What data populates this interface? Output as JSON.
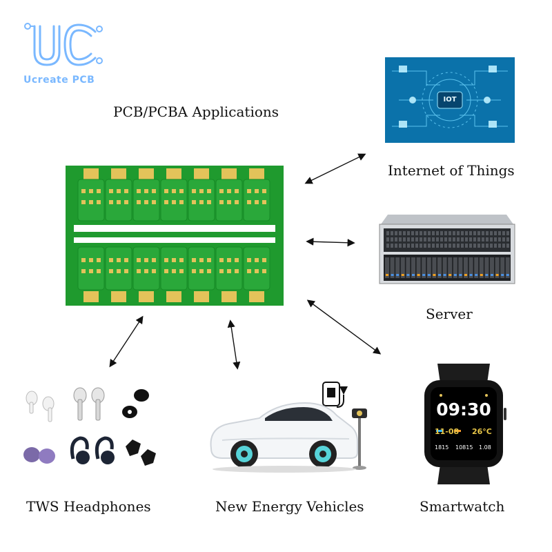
{
  "brand": {
    "monogram": "UC",
    "name": "Ucreate PCB"
  },
  "title": "PCB/PCBA Applications",
  "applications": [
    {
      "id": "iot",
      "label": "Internet of Things",
      "badge": "IOT"
    },
    {
      "id": "server",
      "label": "Server"
    },
    {
      "id": "tws",
      "label": "TWS Headphones"
    },
    {
      "id": "nev",
      "label": "New Energy Vehicles"
    },
    {
      "id": "smartwatch",
      "label": "Smartwatch"
    }
  ],
  "smartwatch_screen": {
    "time": "09:30",
    "date": "11-08",
    "temperature": "26°C",
    "stats": [
      "1815",
      "10815",
      "1.08"
    ]
  },
  "colors": {
    "brand": "#7ab8ff",
    "pcb_green": "#1f9a2e",
    "gold": "#e3c35a",
    "iot_blue": "#0d7fb8"
  },
  "icons": [
    "connector-arrow",
    "charging-plug-icon",
    "headphones-icon",
    "server-icon",
    "iot-icon",
    "car-icon",
    "watch-icon"
  ]
}
